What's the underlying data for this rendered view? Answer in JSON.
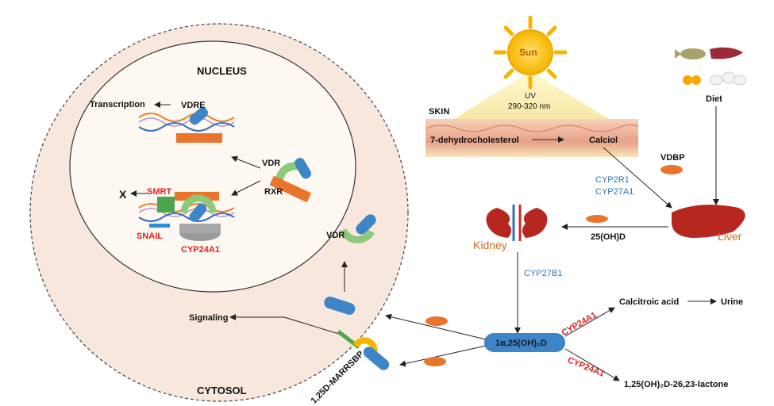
{
  "nucleus": {
    "title": "NUCLEUS",
    "transcription": "Transcription",
    "vdre": "VDRE",
    "x_mark": "X",
    "smrt": "SMRT",
    "snail": "SNAIL",
    "cyp24a1": "CYP24A1",
    "vdr": "VDR",
    "rxr": "RXR"
  },
  "cytosol": {
    "title": "CYTOSOL",
    "vdr": "VDR",
    "signaling": "Signaling",
    "marrsbp": "1,25D-MARRSBP"
  },
  "sun": {
    "label": "Sun",
    "uv": "UV",
    "wavelength": "290-320 nm"
  },
  "skin": {
    "title": "SKIN",
    "precursor": "7-dehydrocholesterol",
    "product": "Calciol"
  },
  "diet": {
    "label": "Diet"
  },
  "vdbp": {
    "label": "VDBP"
  },
  "enzymes": {
    "cyp2r1": "CYP2R1",
    "cyp27a1": "CYP27A1",
    "cyp27b1": "CYP27B1",
    "cyp24a1_top": "CYP24A1",
    "cyp24a1_bottom": "CYP24A1"
  },
  "organs": {
    "liver": "Liver",
    "kidney": "Kidney"
  },
  "metabolites": {
    "calcidiol": "25(OH)D",
    "calcitriol": "1α,25(OH)₂D",
    "calcitroic": "Calcitroic acid",
    "urine": "Urine",
    "lactone": "1,25(OH)₂D-26,23-lactone"
  },
  "colors": {
    "cell_fill": "#f8e7dc",
    "vdr_blue": "#3d85c6",
    "rxr_green": "#8cc97a",
    "orange": "#e9742b",
    "enzyme_blue": "#2e75b6",
    "enzyme_red": "#e0201b",
    "organ_label": "#d2691e"
  }
}
